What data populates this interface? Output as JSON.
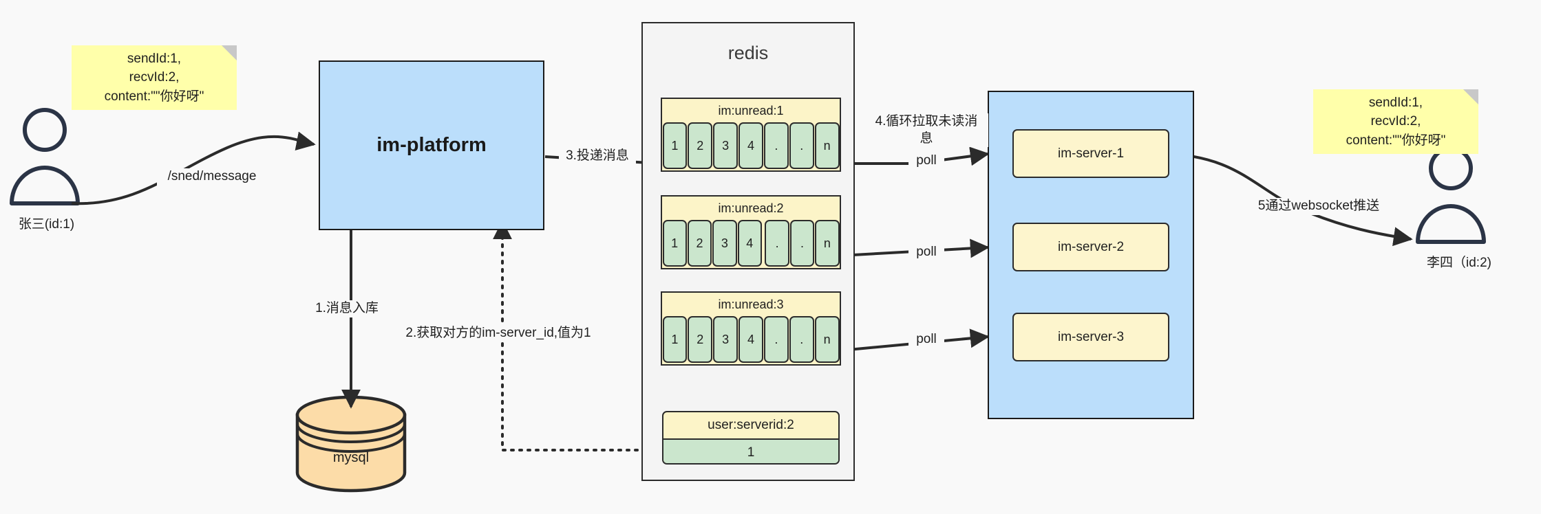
{
  "diagram": {
    "title": "IM message delivery architecture",
    "colors": {
      "note_yellow": "#ffffaa",
      "box_blue": "#bbdefb",
      "node_yellow": "#fdf5cd",
      "cell_green": "#cbe6cd",
      "db_orange": "#fcdca8",
      "stroke": "#1f1f1f",
      "canvas": "#f9f9f9"
    },
    "notes": [
      {
        "id": "note-left",
        "text": "sendId:1,\nrecvId:2,\ncontent:\"\"你好呀\""
      },
      {
        "id": "note-right",
        "text": "sendId:1,\nrecvId:2,\ncontent:\"\"你好呀\""
      }
    ],
    "actors": [
      {
        "id": "sender",
        "label": "张三(id:1)"
      },
      {
        "id": "receiver",
        "label": "李四（id:2)"
      }
    ],
    "platform": {
      "label": "im-platform"
    },
    "database": {
      "label": "mysql"
    },
    "redis": {
      "title": "redis",
      "queues": [
        {
          "key": "im:unread:1",
          "cells": [
            "1",
            "2",
            "3",
            "4",
            ".",
            ".",
            "n"
          ]
        },
        {
          "key": "im:unread:2",
          "cells": [
            "1",
            "2",
            "3",
            "4",
            ".",
            ".",
            "n"
          ]
        },
        {
          "key": "im:unread:3",
          "cells": [
            "1",
            "2",
            "3",
            "4",
            ".",
            ".",
            "n"
          ]
        }
      ],
      "kv": {
        "key": "user:serverid:2",
        "value": "1"
      }
    },
    "servers": [
      {
        "label": "im-server-1"
      },
      {
        "label": "im-server-2"
      },
      {
        "label": "im-server-3"
      }
    ],
    "edges": [
      {
        "id": "send-message",
        "label": "/sned/message"
      },
      {
        "id": "store-message",
        "label": "1.消息入库"
      },
      {
        "id": "lookup-server",
        "label": "2.获取对方的im-server_id,值为1"
      },
      {
        "id": "deliver-message",
        "label": "3.投递消息"
      },
      {
        "id": "pull-unread",
        "label": "4.循环拉取未读消\n息"
      },
      {
        "id": "poll-1",
        "label": "poll"
      },
      {
        "id": "poll-2",
        "label": "poll"
      },
      {
        "id": "poll-3",
        "label": "poll"
      },
      {
        "id": "push-websocket",
        "label": "5通过websocket推送"
      }
    ]
  }
}
